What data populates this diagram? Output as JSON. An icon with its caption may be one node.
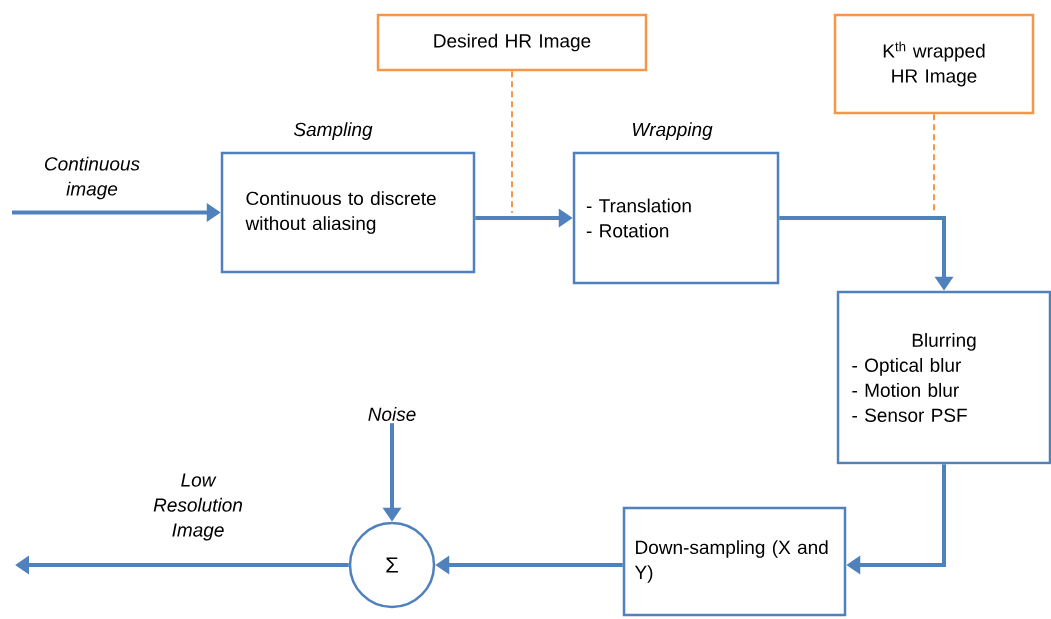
{
  "diagram": {
    "nodes": [
      {
        "text": [
          "Sampling",
          "Continuous to discrete without aliasing"
        ]
      },
      {
        "text": [
          "Desired HR Image"
        ]
      },
      {
        "text": [
          "Wrapping",
          "- Translation",
          "- Rotation"
        ]
      },
      {
        "text": [
          "K$^{th}$ wrapped HR Image"
        ]
      },
      {
        "text": [
          "Blurring",
          "- Optical blur",
          "- Motion blur",
          "- Sensor PSF"
        ]
      },
      {
        "text": [
          "Down-sampling (X and Y)"
        ]
      },
      {
        "text": [
          "Noise"
        ]
      },
      {
        "text": [
          "Σ"
        ]
      }
    ],
    "edges": [
      {
        "from": null,
        "to": 0,
        "arrow": "to"
      },
      {
        "from": 0,
        "to": 2,
        "arrow": "to"
      },
      {
        "from": 1,
        "to": null,
        "arrow": "none",
        "style": "dashed",
        "color": "#f79646"
      },
      {
        "from": 2,
        "to": 4,
        "arrow": "to"
      },
      {
        "from": 3,
        "to": null,
        "arrow": "none",
        "style": "dashed",
        "color": "#f79646"
      },
      {
        "from": 4,
        "to": 5,
        "arrow": "to"
      },
      {
        "from": 5,
        "to": 7,
        "arrow": "to"
      },
      {
        "from": 6,
        "to": 7,
        "arrow": "to"
      },
      {
        "from": 7,
        "to": null,
        "arrow": "to"
      }
    ],
    "labels": [
      "Continuous image",
      "Low Resolution Image"
    ]
  }
}
